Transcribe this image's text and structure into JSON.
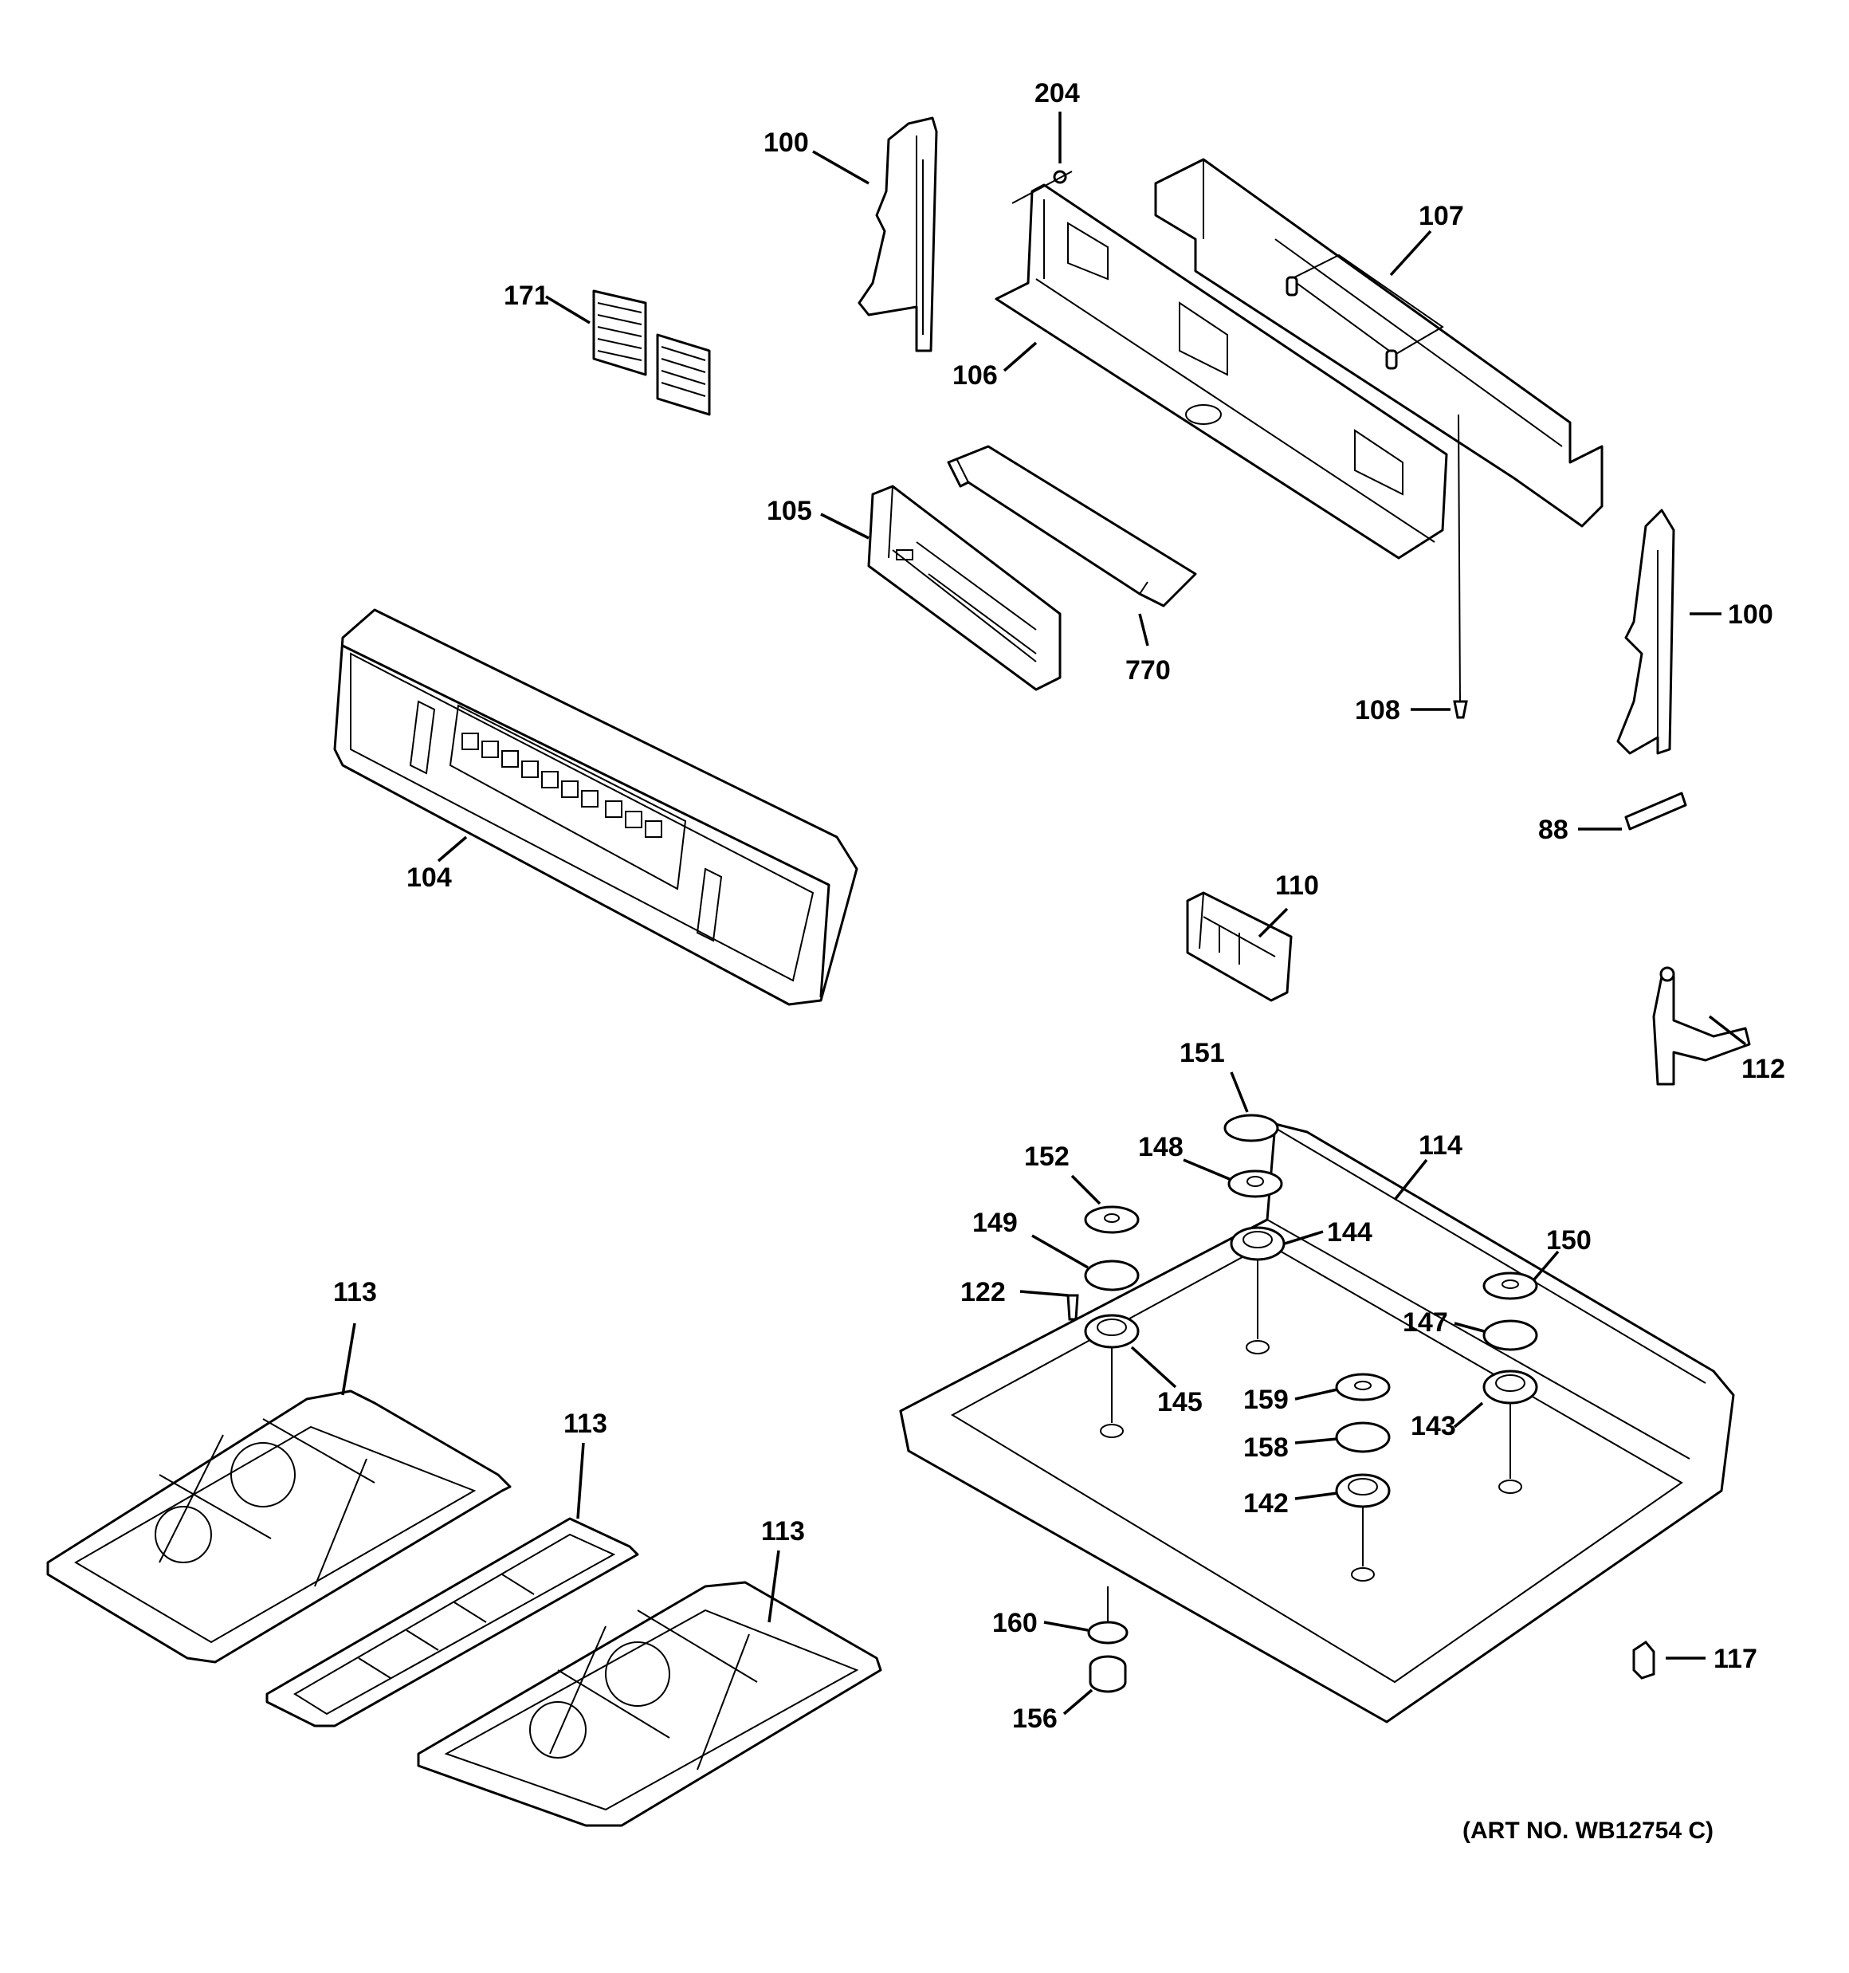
{
  "callouts": {
    "c100a": "100",
    "c100b": "100",
    "c204": "204",
    "c107": "107",
    "c171": "171",
    "c106": "106",
    "c105": "105",
    "c770": "770",
    "c108": "108",
    "c88": "88",
    "c104": "104",
    "c110": "110",
    "c112": "112",
    "c151": "151",
    "c152": "152",
    "c148": "148",
    "c114": "114",
    "c149": "149",
    "c144": "144",
    "c150": "150",
    "c122": "122",
    "c147": "147",
    "c145": "145",
    "c159": "159",
    "c143": "143",
    "c158": "158",
    "c142": "142",
    "c113a": "113",
    "c113b": "113",
    "c113c": "113",
    "c160": "160",
    "c156": "156",
    "c117": "117"
  },
  "art_number": "(ART NO. WB12754 C)"
}
